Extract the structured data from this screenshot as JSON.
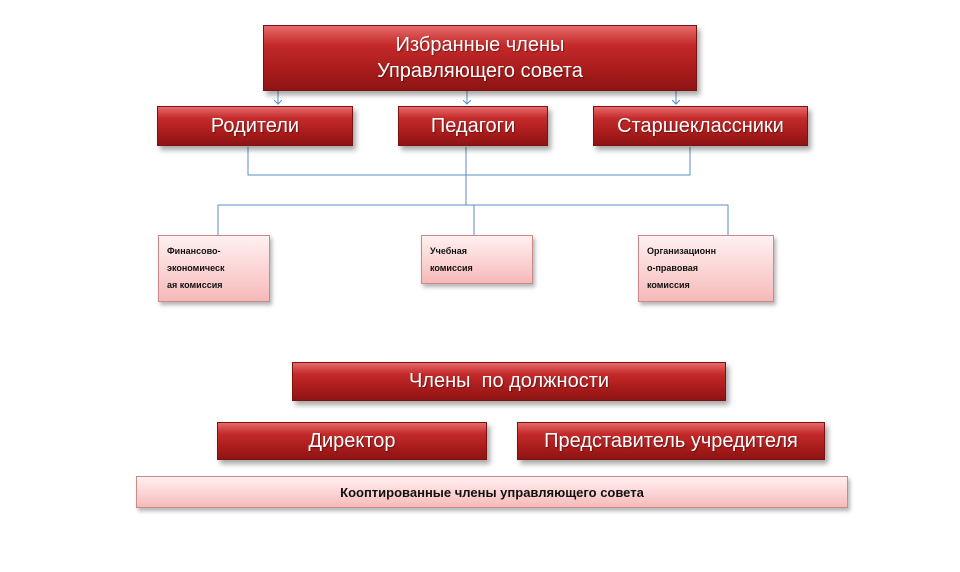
{
  "top": {
    "title_line1": "Избранные члены",
    "title_line2": "Управляющего совета"
  },
  "groups": [
    "Родители",
    "Педагоги",
    "Старшеклассники"
  ],
  "commissions": {
    "finance": [
      "Финансово-",
      "экономическ",
      "ая комиссия"
    ],
    "education": [
      "Учебная",
      "комиссия"
    ],
    "legal": [
      "Организационн",
      "о-правовая",
      "комиссия"
    ]
  },
  "ex_officio": {
    "title": "Члены  по должности",
    "director": "Директор",
    "founder_rep": "Представитель учредителя"
  },
  "coopted": "Кооптированные члены управляющего совета",
  "colors": {
    "dark_box": "#b52020",
    "light_box": "#fbd3d3",
    "connector": "#5b8fc7"
  }
}
